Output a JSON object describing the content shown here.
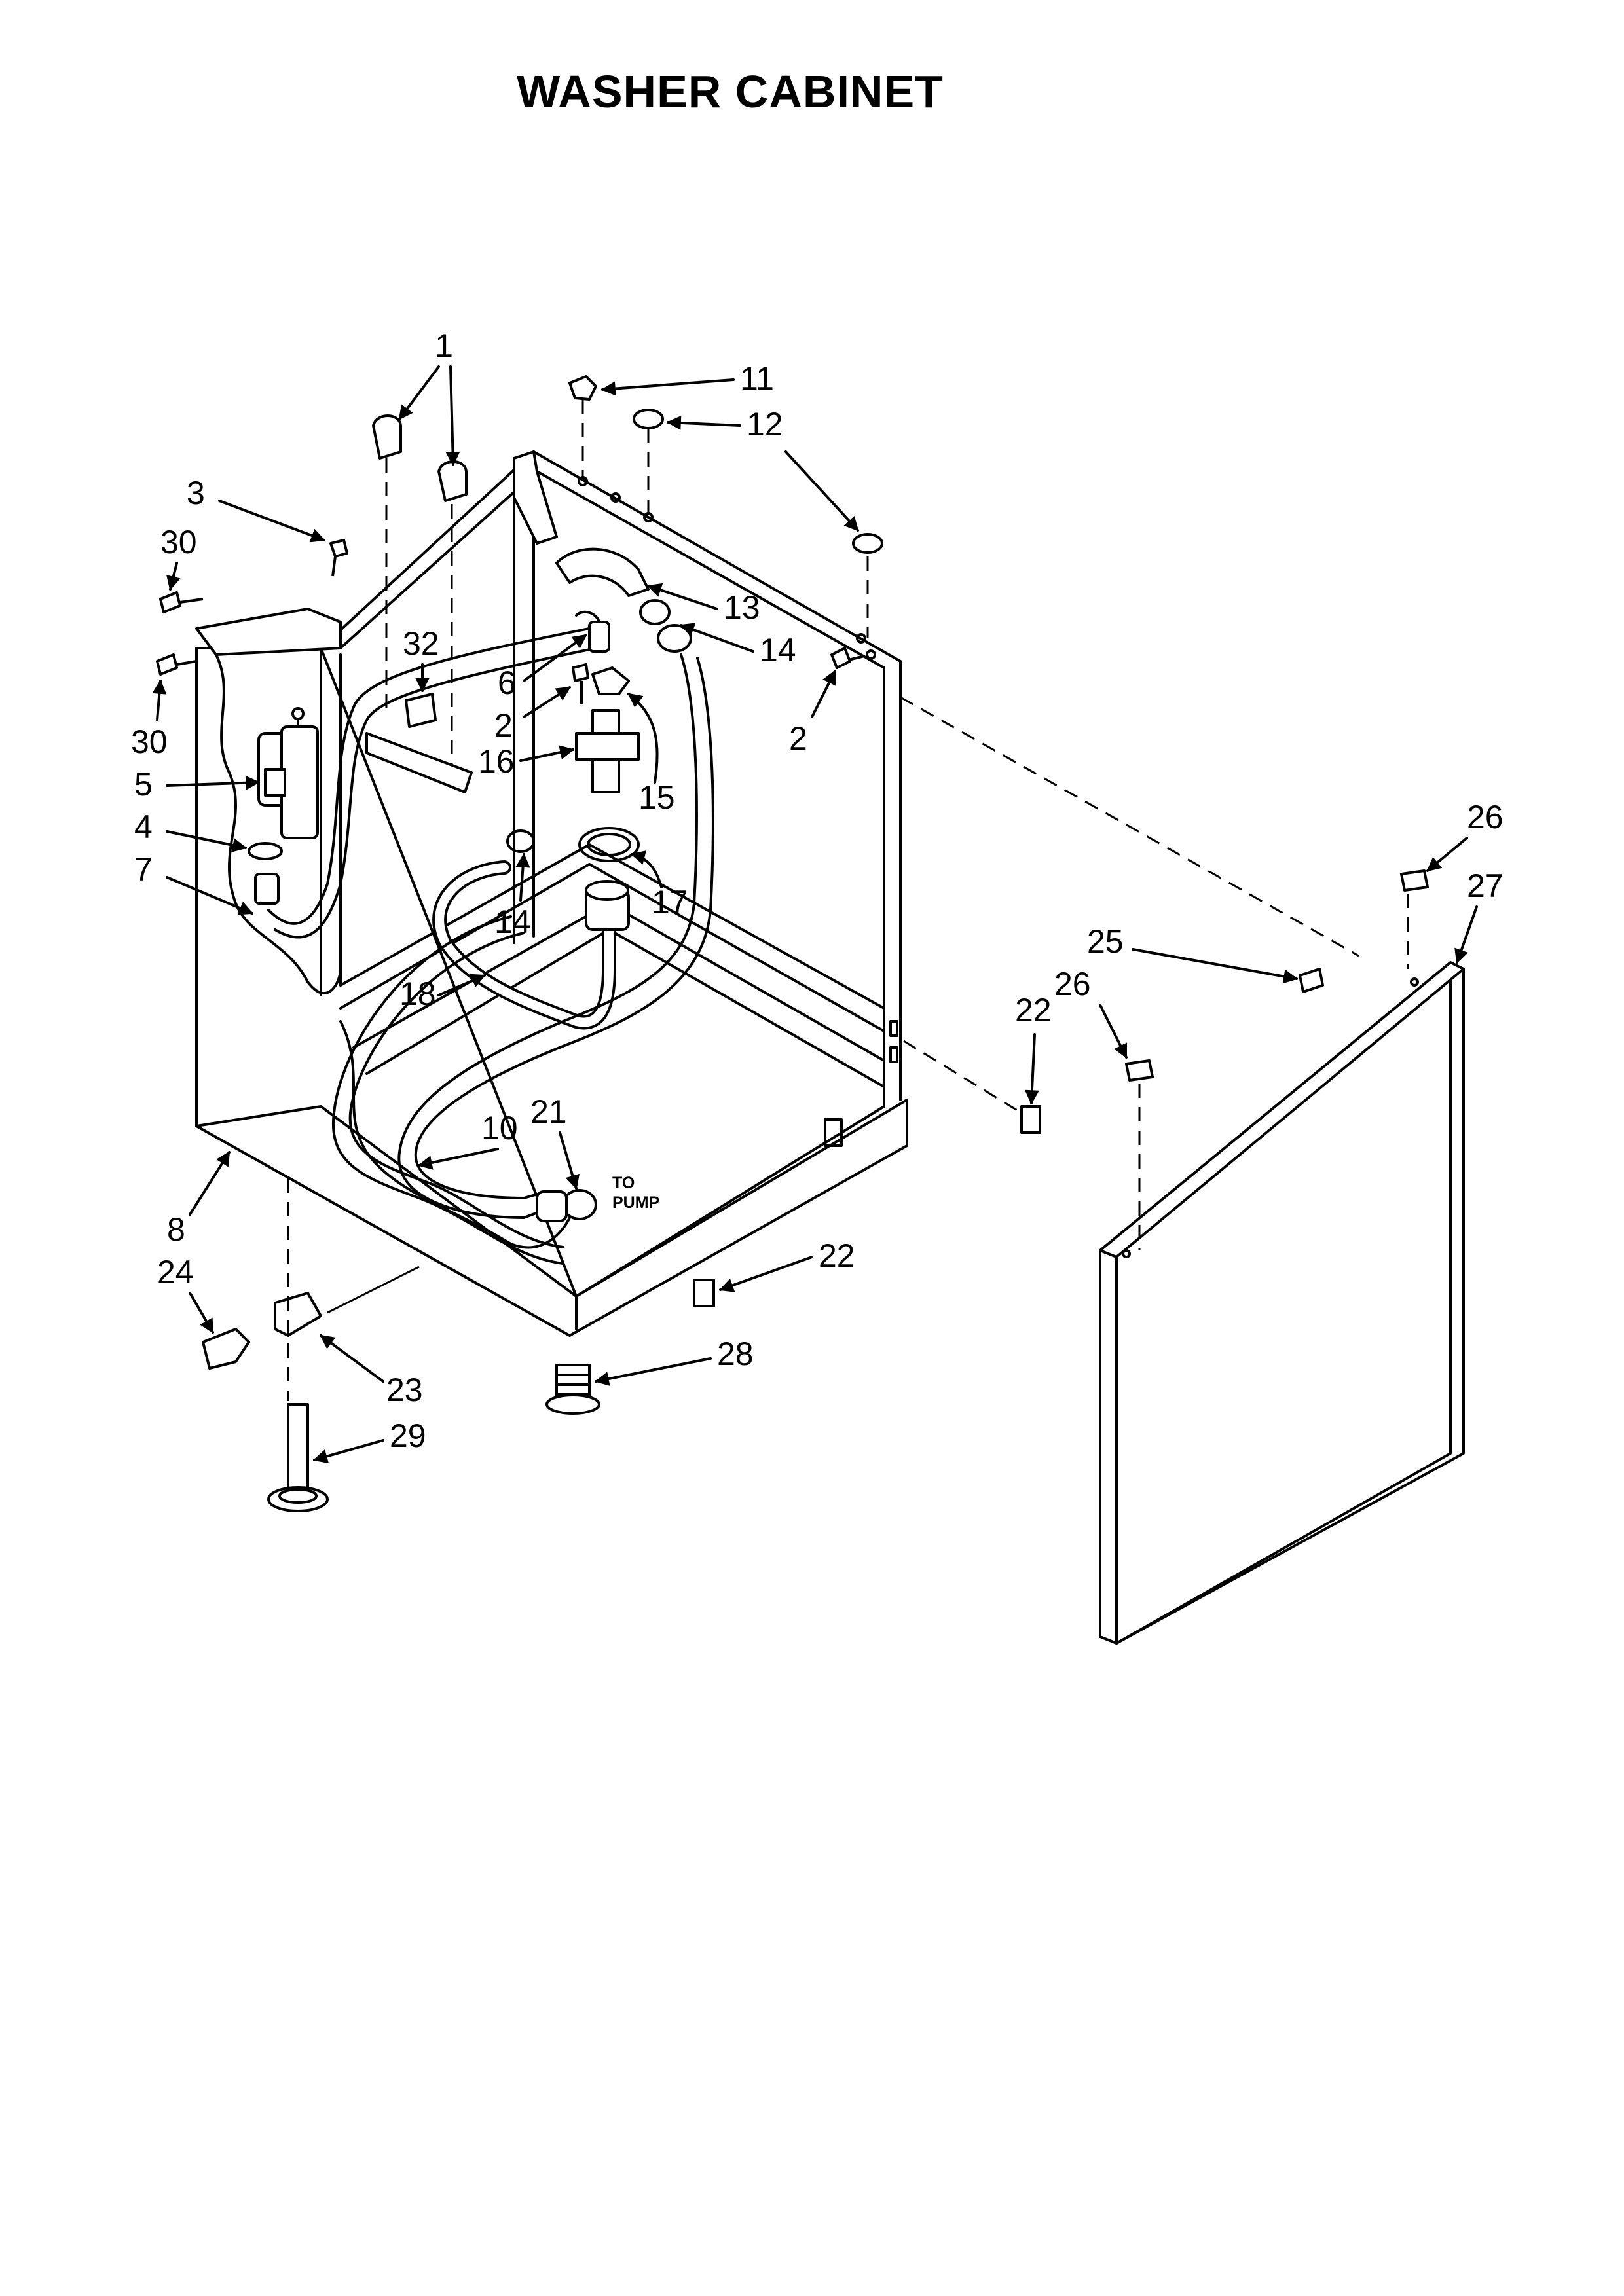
{
  "title": "WASHER CABINET",
  "note_lines": [
    "TO",
    "PUMP"
  ],
  "callouts": [
    "1",
    "11",
    "12",
    "3",
    "30",
    "13",
    "14",
    "32",
    "6",
    "2",
    "30",
    "2",
    "5",
    "16",
    "15",
    "4",
    "7",
    "17",
    "14",
    "26",
    "27",
    "25",
    "26",
    "22",
    "18",
    "10",
    "21",
    "8",
    "22",
    "24",
    "23",
    "28",
    "29"
  ]
}
